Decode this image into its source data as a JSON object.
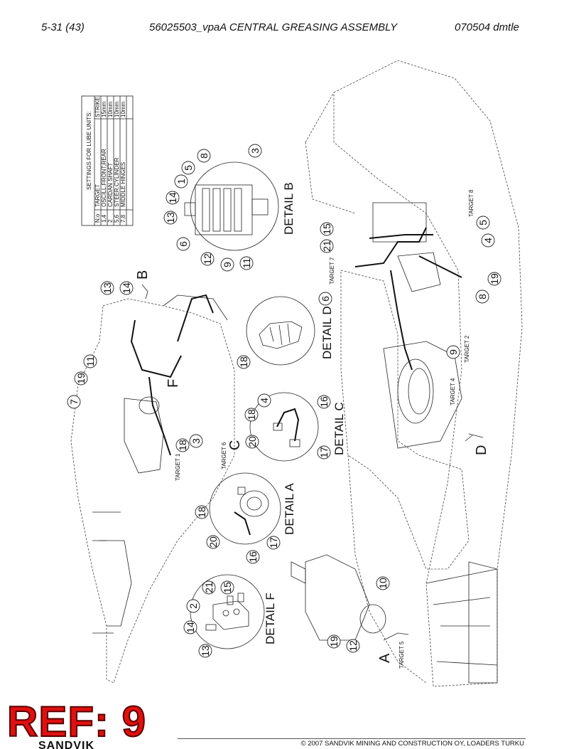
{
  "header": {
    "page_ref": "5-31 (43)",
    "doc_title": "56025503_vpaA CENTRAL GREASING ASSEMBLY",
    "revision": "070504 dmtle"
  },
  "settings_table": {
    "title": "SETTINGS FOR LUBE UNITS:",
    "headers": [
      "N:o",
      "TARGET",
      "STRIKE"
    ],
    "rows": [
      {
        "no": "1,4",
        "target": "OSCILL.FRONT,REAR",
        "strike": "15mm"
      },
      {
        "no": "2",
        "target": "CARDAN SHAFT",
        "strike": "10mm"
      },
      {
        "no": "5,6",
        "target": "STEER.CYLINDER",
        "strike": "10mm"
      },
      {
        "no": "7,8",
        "target": "MIDDLE HINGES",
        "strike": "10mm"
      }
    ]
  },
  "detail_labels": {
    "b": "DETAIL B",
    "d": "DETAIL D",
    "c": "DETAIL C",
    "a": "DETAIL A",
    "f": "DETAIL F"
  },
  "view_letters": {
    "b": "B",
    "f": "F",
    "c": "C",
    "d": "D",
    "a": "A"
  },
  "targets": {
    "t8": "TARGET 8",
    "t7": "TARGET 7",
    "t2": "TARGET 2",
    "t4": "TARGET 4",
    "t6": "TARGET 6",
    "t1": "TARGET 1",
    "t5": "TARGET 5"
  },
  "callouts": {
    "detb": [
      "13",
      "14",
      "1",
      "5",
      "8",
      "3",
      "6",
      "12",
      "9",
      "11"
    ],
    "detd": [
      "15",
      "21",
      "5",
      "4",
      "19",
      "8",
      "6"
    ],
    "main_left": [
      "13",
      "14",
      "11",
      "19",
      "7",
      "18",
      "3"
    ],
    "detail18": "18",
    "detc": [
      "4",
      "18",
      "16",
      "20",
      "17"
    ],
    "d_main": "9",
    "deta": [
      "18",
      "20",
      "16",
      "17"
    ],
    "detf": [
      "21",
      "15",
      "2",
      "14",
      "13"
    ],
    "a_group": [
      "10",
      "19",
      "12"
    ]
  },
  "footer": {
    "stamp": "REF: 9",
    "brand": "SANDVIK",
    "copyright": "© 2007 SANDVIK MINING AND CONSTRUCTION OY, LOADERS TURKU"
  }
}
